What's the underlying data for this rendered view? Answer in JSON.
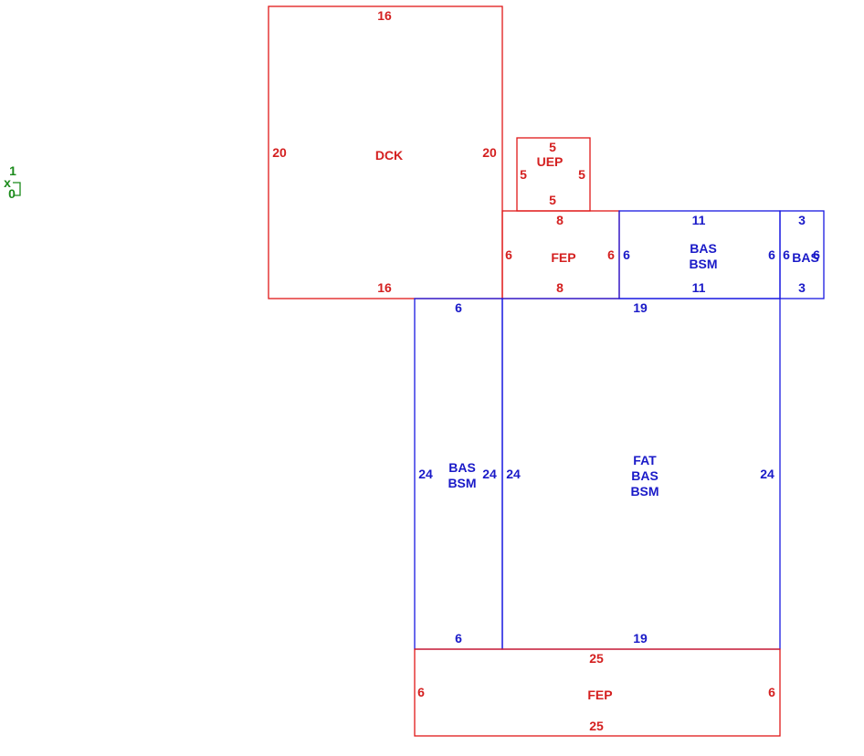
{
  "colors": {
    "red": "#e01818",
    "blue": "#1818e0",
    "green": "#1a8a1a"
  },
  "marker": {
    "top": "1",
    "bottom": "0",
    "x": "x"
  },
  "areas": {
    "dck": {
      "name": "DCK",
      "top": "16",
      "bottom": "16",
      "left": "20",
      "right": "20"
    },
    "uep": {
      "name": "UEP",
      "top": "5",
      "bottom": "5",
      "left": "5",
      "right": "5"
    },
    "fep1": {
      "name": "FEP",
      "top": "8",
      "bottom": "8",
      "left": "6",
      "right": "6"
    },
    "bas1": {
      "line1": "BAS",
      "line2": "BSM",
      "top": "11",
      "bottom": "11",
      "left": "6",
      "right": "6"
    },
    "bas_small": {
      "name": "BAS",
      "top": "3",
      "bottom": "3",
      "left": "6",
      "right": "6"
    },
    "bas2": {
      "line1": "BAS",
      "line2": "BSM",
      "top": "6",
      "bottom": "6",
      "left": "24",
      "right": "24"
    },
    "fat": {
      "line1": "FAT",
      "line2": "BAS",
      "line3": "BSM",
      "top": "19",
      "bottom": "19",
      "left": "24",
      "right": "24"
    },
    "fep2": {
      "name": "FEP",
      "top": "25",
      "bottom": "25",
      "left": "6",
      "right": "6"
    }
  }
}
